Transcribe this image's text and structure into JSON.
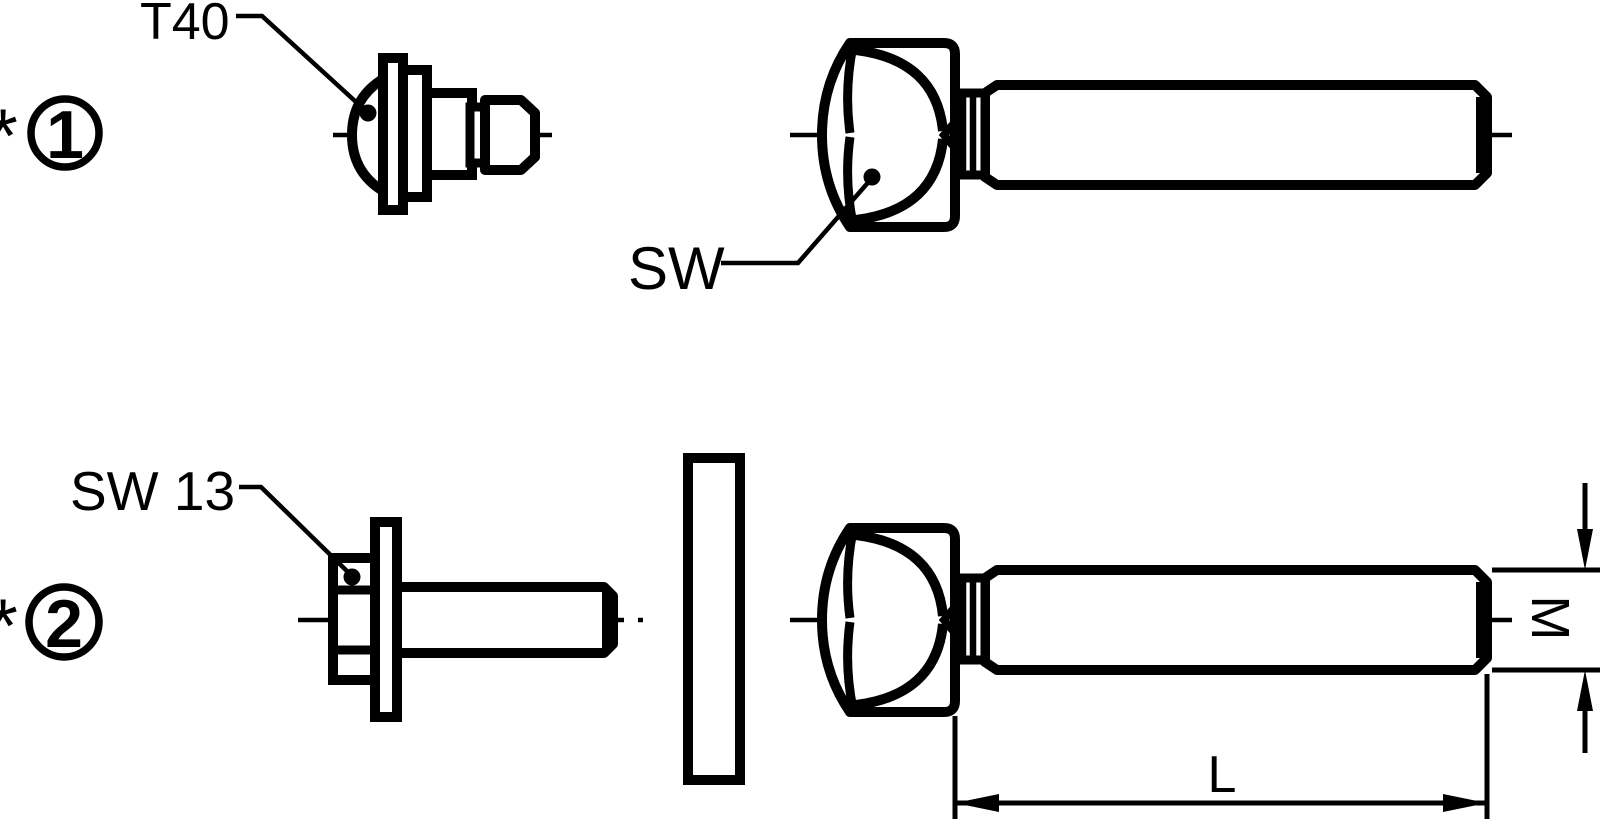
{
  "drawing": {
    "title": "fastener-technical-drawing",
    "background_color": "#ffffff",
    "line_color": "#000000",
    "variant_1": {
      "marker_asterisk": "*",
      "marker_number": "1",
      "torx_drive_label": "T40",
      "wrench_size_label": "SW"
    },
    "variant_2": {
      "marker_asterisk": "*",
      "marker_number": "2",
      "wrench_size_label": "SW 13"
    },
    "dimensions": {
      "length_label": "L",
      "thread_label": "M"
    }
  }
}
